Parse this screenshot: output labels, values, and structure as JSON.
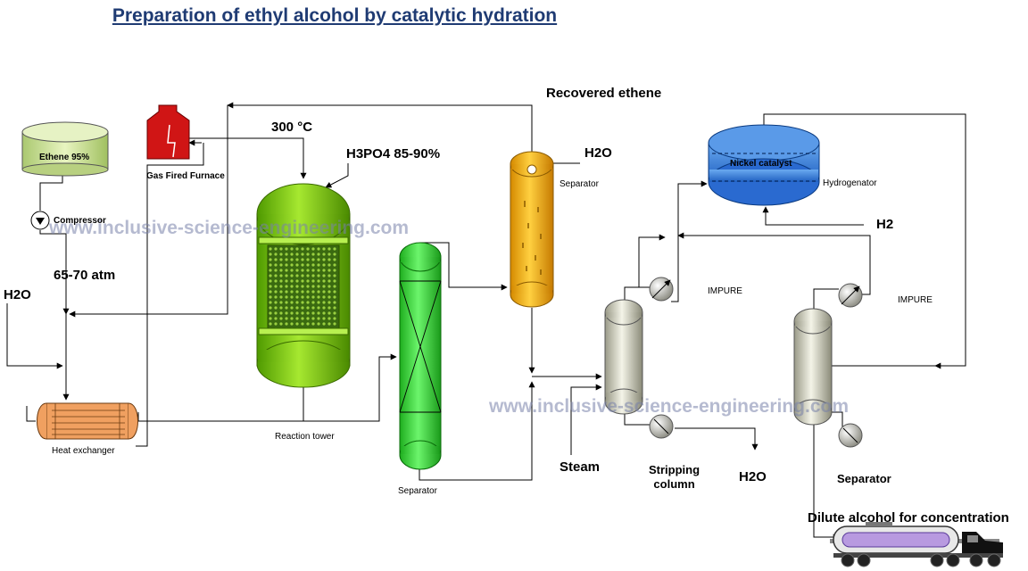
{
  "title": "Preparation of ethyl alcohol by catalytic hydration",
  "labels": {
    "ethene_tank": "Ethene 95%",
    "furnace": "Gas Fired Furnace",
    "compressor": "Compressor",
    "pressure": "65-70 atm",
    "h2o_left": "H2O",
    "heat_exchanger": "Heat exchanger",
    "temperature": "300 °C",
    "acid": "H3PO4 85-90%",
    "reaction_tower": "Reaction tower",
    "separator_green": "Separator",
    "recovered_ethene": "Recovered ethene",
    "h2o_top": "H2O",
    "separator_orange": "Separator",
    "nickel_catalyst": "Nickel catalyst",
    "hydrogenator": "Hydrogenator",
    "h2": "H2",
    "impure_1": "IMPURE",
    "impure_2": "IMPURE",
    "steam": "Steam",
    "stripping_column": "Stripping\ncolumn",
    "h2o_bottom": "H2O",
    "separator_right": "Separator",
    "dilute_alcohol": "Dilute alcohol for concentration"
  },
  "watermark": "www.inclusive-science-engineering.com",
  "colors": {
    "title": "#1f3b73",
    "tank_fill": "#d4e8a0",
    "furnace": "#cc1111",
    "reactor": "#7fcc00",
    "separator_green": "#33dd33",
    "separator_orange": "#f5b400",
    "hydrogenator": "#2f7fe0",
    "column": "#d8d8c8",
    "heat_exchanger": "#f4a460",
    "truck_tank": "#b89ae0"
  }
}
